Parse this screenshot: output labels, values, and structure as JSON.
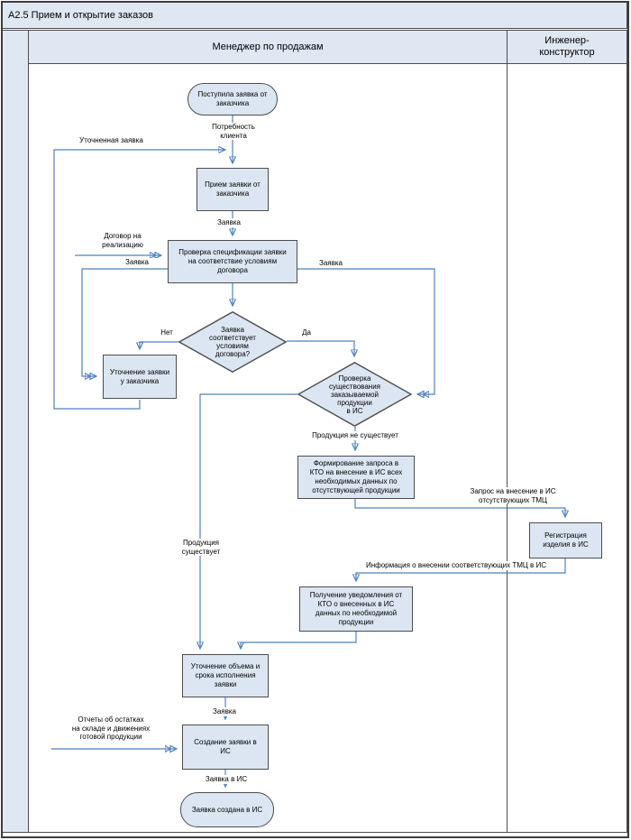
{
  "title": "А2.5 Прием и открытие заказов",
  "lanes": {
    "manager": "Менеджер по продажам",
    "engineer": "Инженер-\nконструктор"
  },
  "nodes": {
    "start": "Поступила заявка от\nзаказчика",
    "receive_request": "Прием заявки от\nзаказчика",
    "check_spec": "Проверка спецификации заявки\nна соответствие условиям\nдоговора",
    "decision_spec": "Заявка\nсоответствует\nусловиям\nдоговора?",
    "clarify_request": "Уточнение заявки\nу заказчика",
    "decision_exists": "Проверка\nсуществования\nзаказываемой\nпродукции\nв ИС",
    "form_kto_request": "Формирование запроса в\nКТО на внесение в ИС всех\nнеобходимых данных по\nотсутствующей продукции",
    "register_product": "Регистрация\nизделия в ИС",
    "receive_notice": "Получение уведомления от\nКТО о внесенных в ИС\nданных по необходимой\nпродукции",
    "clarify_volume": "Уточнение объема и\nсрока исполнения\nзаявки",
    "create_in_is": "Создание заявки в\nИС",
    "end": "Заявка создана в ИС"
  },
  "edge_labels": {
    "client_need": "Потребность\nклиента",
    "clarified_request": "Уточненная заявка",
    "request_1": "Заявка",
    "sales_contract": "Договор на\nреализацию",
    "request_2": "Заявка",
    "request_3": "Заявка",
    "no": "Нет",
    "yes": "Да",
    "product_missing": "Продукция не существует",
    "product_exists": "Продукция\nсуществует",
    "tmc_request": "Запрос на внесение в ИС\nотсутствующих ТМЦ",
    "tmc_info": "Информация о внесении соответствующих ТМЦ в ИС",
    "request_4": "Заявка",
    "stock_reports": "Отчеты об остатках\nна складе и движениях\nготовой продукции",
    "request_in_is": "Заявка в ИС"
  },
  "colors": {
    "connector": "#4f81bd",
    "shape_fill": "#dce6f2",
    "shape_border": "#4d4d4d",
    "band_fill": "#dfe7f3",
    "frame": "#3c3c3c"
  }
}
